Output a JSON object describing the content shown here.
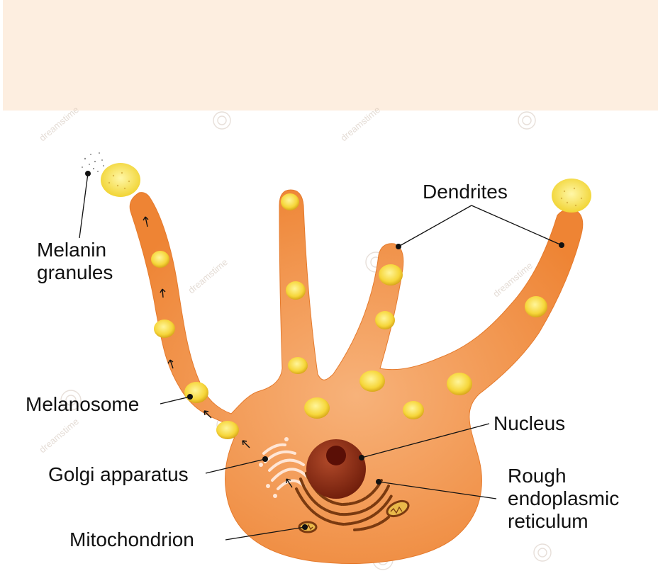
{
  "labels": {
    "melanin_granules_1": "Melanin",
    "melanin_granules_2": "granules",
    "dendrites": "Dendrites",
    "melanosome": "Melanosome",
    "nucleus": "Nucleus",
    "golgi": "Golgi apparatus",
    "rer_1": "Rough",
    "rer_2": "endoplasmic",
    "rer_3": "reticulum",
    "mitochondrion": "Mitochondrion"
  },
  "watermark": "dreamstime",
  "colors": {
    "banner": "#fdeee0",
    "cell_body": "#f08a3c",
    "cell_light": "#f7b27a",
    "melanosome": "#f2c21a",
    "nucleus": "#8a2a12",
    "nucleolus": "#5a0f06",
    "rer": "#7a3a10",
    "golgi": "#ffe6d6"
  }
}
